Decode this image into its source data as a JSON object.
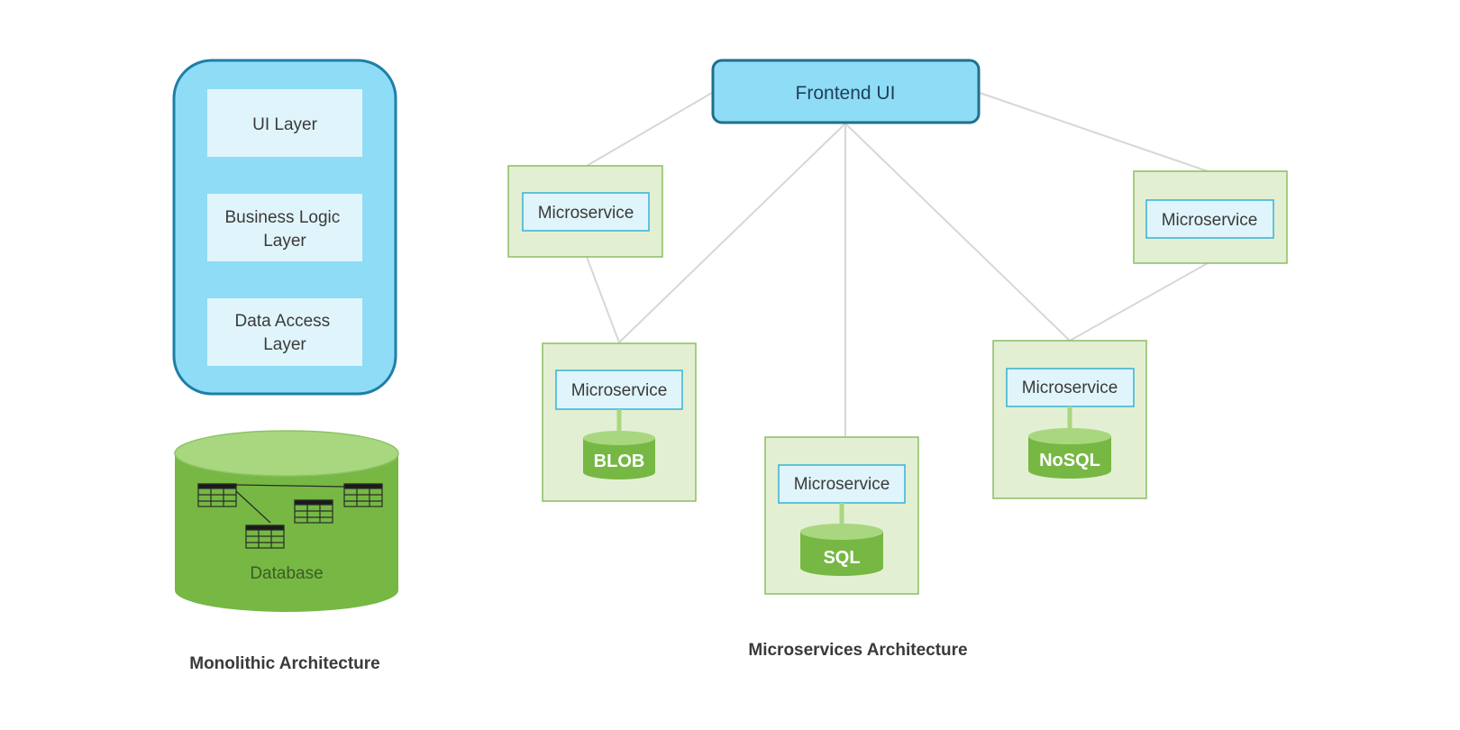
{
  "monolith": {
    "layers": [
      "UI Layer",
      [
        "Business Logic",
        "Layer"
      ],
      [
        "Data Access",
        "Layer"
      ]
    ],
    "database_label": "Database",
    "caption": "Monolithic Architecture"
  },
  "microservices": {
    "frontend_label": "Frontend UI",
    "service_label": "Microservice",
    "stores": [
      "BLOB",
      "SQL",
      "NoSQL"
    ],
    "caption": "Microservices Architecture"
  },
  "colors": {
    "monolith_fill": "#8fdcf7",
    "monolith_stroke": "#1e7fa6",
    "layer_fill": "#e0f5fb",
    "frontend_fill": "#8fdcf7",
    "frontend_stroke": "#1f6f8c",
    "service_container_fill": "#e3efd3",
    "service_container_stroke": "#8cbd63",
    "service_box_fill": "#e0f5fb",
    "service_box_stroke": "#35b2d6",
    "db_fill": "#76b843",
    "db_top": "#a9d780",
    "connector": "#d7d7d7",
    "text_dark": "#3a3a3a"
  }
}
